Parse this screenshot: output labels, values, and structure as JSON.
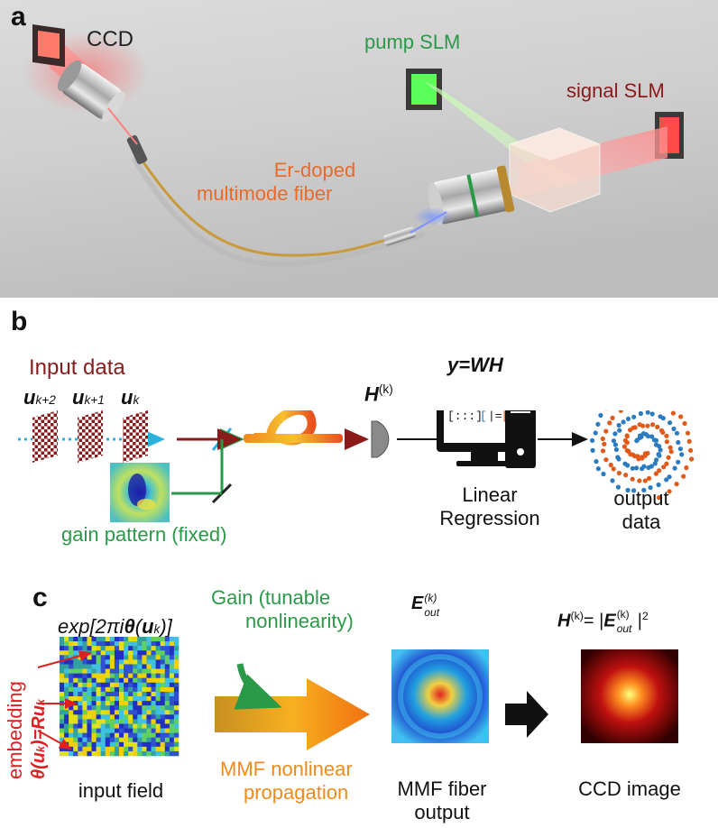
{
  "panel_a": {
    "letter": "a",
    "ccd": "CCD",
    "pump_slm": "pump SLM",
    "signal_slm": "signal SLM",
    "fiber_line1": "Er-doped",
    "fiber_line2": "multimode fiber",
    "colors": {
      "pump": "#2a9a48",
      "signal": "#8b1a1a",
      "fiber": "#e86b2c"
    }
  },
  "panel_b": {
    "letter": "b",
    "input_data": "Input data",
    "u": "u",
    "u_sub_k2": "k+2",
    "u_sub_k1": "k+1",
    "u_sub_k": "k",
    "H": "H",
    "H_sup": "(k)",
    "equation": "y=WH",
    "linear": "Linear",
    "regression": "Regression",
    "output_line1": "output",
    "output_line2": "data",
    "gain_pattern": "gain pattern (fixed)",
    "colors": {
      "input": "#8b1a1a",
      "gain": "#2a9a48",
      "orange": "#e05a1a",
      "blue": "#2b7bc0"
    }
  },
  "panel_c": {
    "letter": "c",
    "exp_prefix": "exp[2πi",
    "theta": "θ",
    "exp_u": "u",
    "exp_sub": "k",
    "exp_suffix": ")]",
    "embedding": "embedding",
    "embedding_eq_a": "θ(u",
    "embedding_eq_sub": "k",
    "embedding_eq_b": ")=Ru",
    "embedding_eq_sub2": "k",
    "gain_line1": "Gain (tunable",
    "gain_line2": "nonlinearity)",
    "mmf_line1": "MMF nonlinear",
    "mmf_line2": "propagation",
    "input_field": "input field",
    "E": "E",
    "E_sup": "(k)",
    "E_sub": "out",
    "H_eq_a": "H",
    "H_eq_sup": "(k)",
    "H_eq_b": "= |",
    "H_eq_E": "E",
    "H_eq_c": "|",
    "H_eq_pow": "2",
    "mmf_out_line1": "MMF fiber",
    "mmf_out_line2": "output",
    "ccd_image": "CCD image",
    "colors": {
      "gain": "#2a9a48",
      "mmf": "#f08a1c",
      "embedding": "#e02020"
    }
  }
}
